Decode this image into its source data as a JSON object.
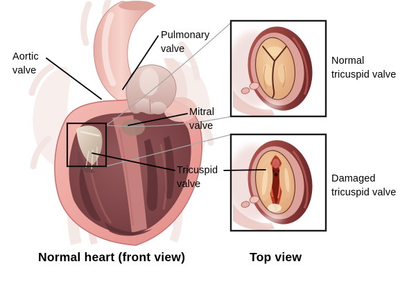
{
  "labels": {
    "aortic": {
      "line1": "Aortic",
      "line2": "valve"
    },
    "pulmonary": {
      "line1": "Pulmonary",
      "line2": "valve"
    },
    "mitral": {
      "line1": "Mitral",
      "line2": "valve"
    },
    "tricuspid": {
      "line1": "Tricuspid",
      "line2": "valve"
    }
  },
  "insets": {
    "normal": {
      "line1": "Normal",
      "line2": "tricuspid valve"
    },
    "damaged": {
      "line1": "Damaged",
      "line2": "tricuspid valve"
    }
  },
  "captions": {
    "front_view": "Normal heart (front view)",
    "top_view": "Top view"
  },
  "colors": {
    "background": "#ffffff",
    "label_text": "#000000",
    "leader_line": "#000000",
    "connector_line": "#a8a8a8",
    "inset_border": "#1a1a1a",
    "callout_square": "#111111",
    "heart_wall": "#ea9c97",
    "heart_cavity": "#7b4245",
    "aorta": "#f2c9c2",
    "pulmonary_trunk": "#dcbab3",
    "valve_leaflet": "#e7b388",
    "valve_rim": "#94403d",
    "damaged_gap": "#c2402a"
  }
}
